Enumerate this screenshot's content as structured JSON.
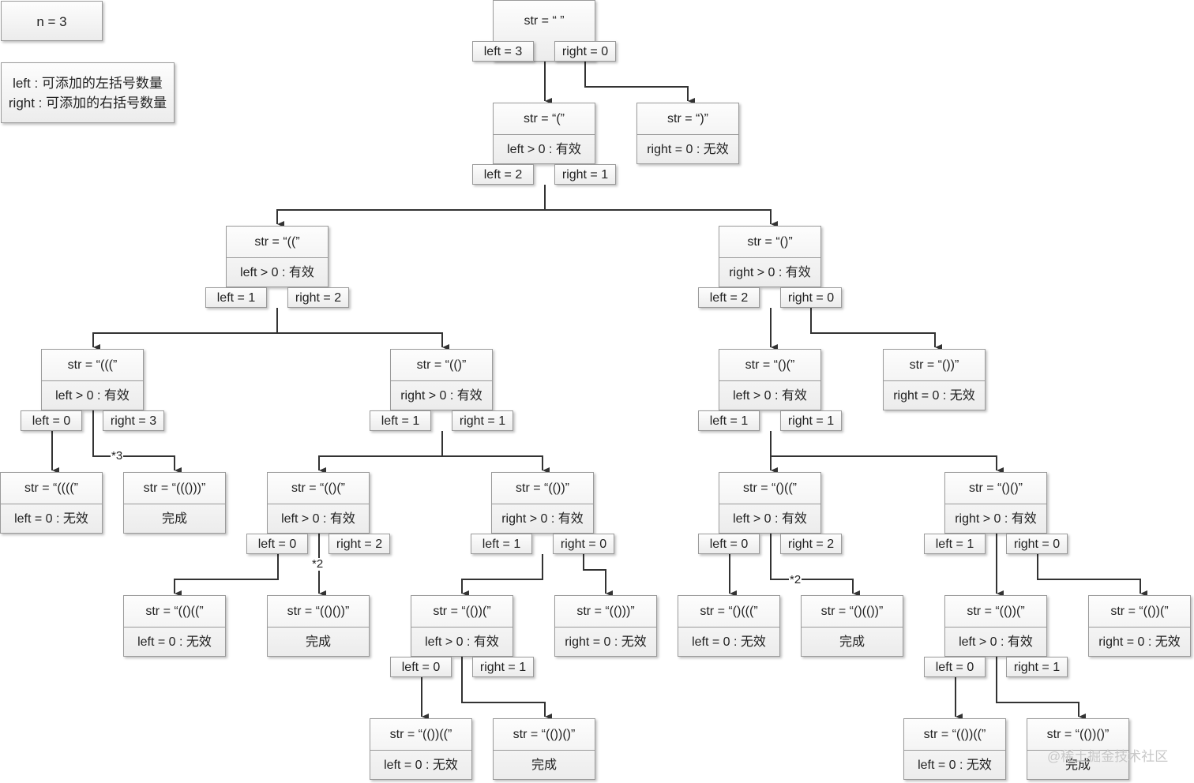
{
  "info": {
    "n": "n = 3",
    "legend_left": "left : 可添加的左括号数量",
    "legend_right": "right : 可添加的右括号数量"
  },
  "nodes": {
    "root": {
      "str": "str = “ ”"
    },
    "n1": {
      "str": "str = “(”",
      "status": "left > 0 : 有效"
    },
    "n2": {
      "str": "str = “)”",
      "status": "right = 0 : 无效"
    },
    "n3": {
      "str": "str = “((”",
      "status": "left > 0 : 有效"
    },
    "n4": {
      "str": "str = “()”",
      "status": "right  > 0 : 有效"
    },
    "n5": {
      "str": "str = “(((”",
      "status": "left > 0 : 有效"
    },
    "n6": {
      "str": "str = “(()”",
      "status": "right > 0 : 有效"
    },
    "n7": {
      "str": "str = “()(”",
      "status": "left > 0 : 有效"
    },
    "n8": {
      "str": "str = “())”",
      "status": "right = 0 : 无效"
    },
    "n9": {
      "str": "str = “((((”",
      "status": "left = 0 : 无效"
    },
    "n10": {
      "str": "str = “((()))”",
      "status": "完成"
    },
    "n11": {
      "str": "str = “(()(”",
      "status": "left > 0 : 有效"
    },
    "n12": {
      "str": "str = “(())”",
      "status": "right > 0 : 有效"
    },
    "n13": {
      "str": "str = “()((”",
      "status": "left > 0 : 有效"
    },
    "n14": {
      "str": "str = “()()”",
      "status": "right > 0 : 有效"
    },
    "n15": {
      "str": "str = “(()((”",
      "status": "left = 0 : 无效"
    },
    "n16": {
      "str": "str = “(()())”",
      "status": "完成"
    },
    "n17": {
      "str": "str = “(())(”",
      "status": "left  > 0 : 有效"
    },
    "n18": {
      "str": "str = “(()))”",
      "status": "right = 0 : 无效"
    },
    "n19": {
      "str": "str = “()(((”",
      "status": "left = 0 : 无效"
    },
    "n20": {
      "str": "str = “()(())”",
      "status": "完成"
    },
    "n21": {
      "str": "str = “(())(”",
      "status": "left  > 0 : 有效"
    },
    "n22": {
      "str": "str = “(())(”",
      "status": "right = 0 : 无效"
    },
    "n23": {
      "str": "str = “(())((”",
      "status": "left  = 0 : 无效"
    },
    "n24": {
      "str": "str = “(())()”",
      "status": "完成"
    },
    "n25": {
      "str": "str = “(())((”",
      "status": "left  = 0 : 无效"
    },
    "n26": {
      "str": "str = “(())()”",
      "status": "完成"
    }
  },
  "pairs": {
    "root": {
      "left": "left = 3",
      "right": "right = 0"
    },
    "n1": {
      "left": "left = 2",
      "right": "right = 1"
    },
    "n3": {
      "left": "left = 1",
      "right": "right = 2"
    },
    "n4": {
      "left": "left = 2",
      "right": "right = 0"
    },
    "n5": {
      "left": "left = 0",
      "right": "right = 3"
    },
    "n6": {
      "left": "left = 1",
      "right": "right = 1"
    },
    "n7": {
      "left": "left = 1",
      "right": "right = 1"
    },
    "n11": {
      "left": "left = 0",
      "right": "right = 2"
    },
    "n12": {
      "left": "left = 1",
      "right": "right = 0"
    },
    "n13": {
      "left": "left = 0",
      "right": "right = 2"
    },
    "n14": {
      "left": "left = 1",
      "right": "right = 0"
    },
    "n17": {
      "left": "left = 0",
      "right": "right = 1"
    },
    "n21": {
      "left": "left = 0",
      "right": "right = 1"
    }
  },
  "edge_labels": {
    "x3": "*3",
    "x2a": "*2",
    "x2b": "*2"
  },
  "watermark": "@稀土掘金技术社区"
}
